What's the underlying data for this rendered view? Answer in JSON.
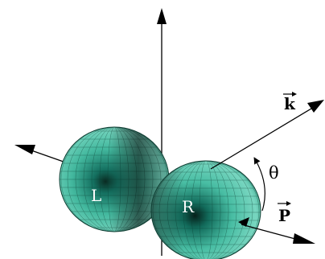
{
  "labels": {
    "left_lobe": "L",
    "right_lobe": "R",
    "wave_vector": "k",
    "polarization_vector": "P",
    "angle": "θ"
  },
  "colors": {
    "lobe_light": "#6fd4bc",
    "lobe_mid": "#1f8f78",
    "lobe_dark": "#041a14",
    "mesh": "#0b3a2f",
    "axis": "#000000"
  }
}
